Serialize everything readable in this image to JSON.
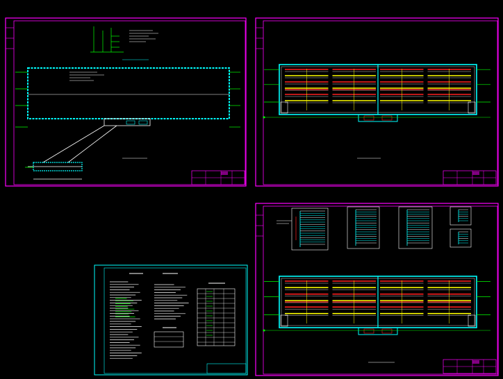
{
  "colors": {
    "background": "#000000",
    "sheet_border": "#ff00ff",
    "sheet_border_alt": "#00ffff",
    "wall": "#00ffff",
    "tray_red": "#ff2020",
    "tray_yellow": "#ffff00",
    "tray_white": "#ffffff",
    "grid_green": "#00ff00",
    "title_block": "#ff00ff"
  },
  "sheets": [
    {
      "id": "site-plan",
      "kind": "site-layout"
    },
    {
      "id": "lighting-plan",
      "kind": "electrical-plan"
    },
    {
      "id": "notes-sheet",
      "kind": "design-notes"
    },
    {
      "id": "power-plan",
      "kind": "electrical-plan-with-schematics"
    }
  ],
  "icons": [
    "cad-drawing-sheet-icon"
  ]
}
